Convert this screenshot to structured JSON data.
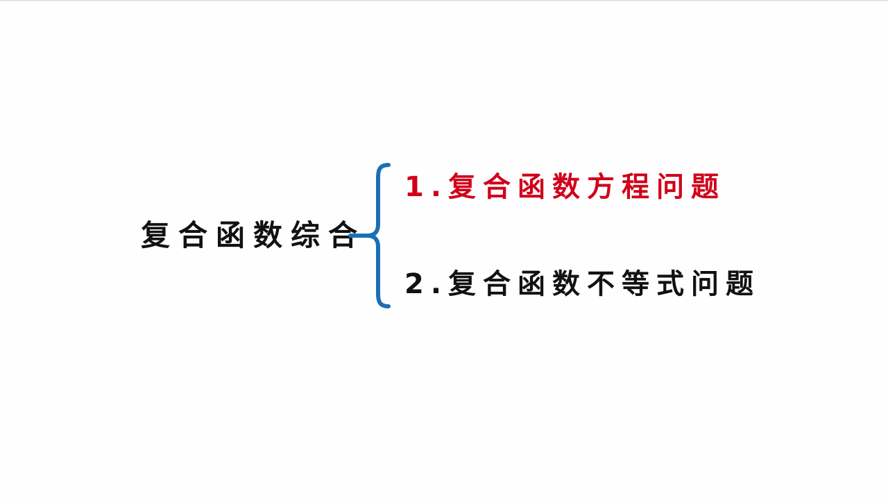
{
  "colors": {
    "background": "#fefefe",
    "root_text": "#111111",
    "brace": "#1a6fb5",
    "highlight": "#d0021b",
    "normal": "#111111"
  },
  "diagram": {
    "root": "复合函数综合",
    "branches": [
      {
        "label": "1.复合函数方程问题",
        "highlighted": true
      },
      {
        "label": "2.复合函数不等式问题",
        "highlighted": false
      }
    ]
  }
}
